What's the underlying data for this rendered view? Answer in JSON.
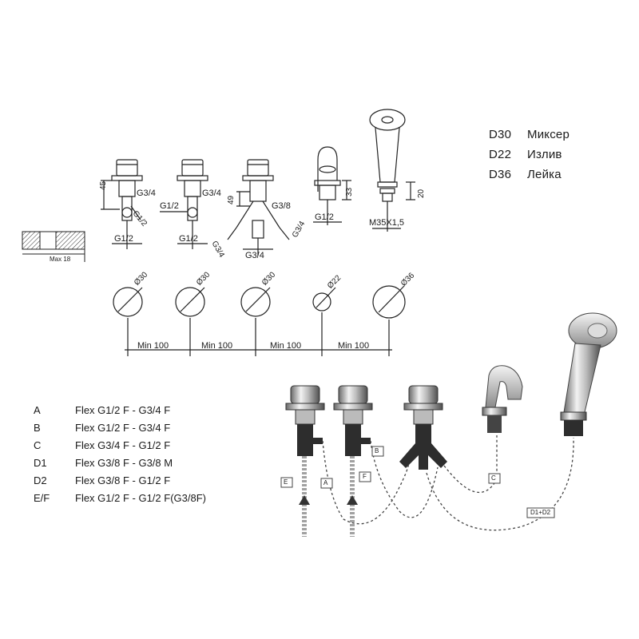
{
  "legend": [
    {
      "code": "D30",
      "label": "Миксер"
    },
    {
      "code": "D22",
      "label": "Излив"
    },
    {
      "code": "D36",
      "label": "Лейка"
    }
  ],
  "dimensions": {
    "h45": "45",
    "h49": "49",
    "h33": "33",
    "h20": "20",
    "g34_a": "G3/4",
    "g34_b": "G3/4",
    "g38": "G3/8",
    "g12_a": "G1/2",
    "g12_b": "G1/2",
    "g12_c": "G1/2",
    "g12_d": "G1/2",
    "g12_e": "G1/2",
    "g34_diag_a": "G3/4",
    "g34_diag_b": "G3/4",
    "g34_bottom": "G3/4",
    "m35": "M35X1,5",
    "max18": "Max 18",
    "d30_a": "Ø30",
    "d30_b": "Ø30",
    "d30_c": "Ø30",
    "d22": "Ø22",
    "d36": "Ø36",
    "min100_a": "Min 100",
    "min100_b": "Min 100",
    "min100_c": "Min 100",
    "min100_d": "Min 100"
  },
  "connections": [
    {
      "code": "A",
      "desc": "Flex G1/2 F - G3/4 F"
    },
    {
      "code": "B",
      "desc": "Flex G1/2 F - G3/4 F"
    },
    {
      "code": "C",
      "desc": "Flex G3/4 F - G1/2 F"
    },
    {
      "code": "D1",
      "desc": "Flex G3/8 F - G3/8 M"
    },
    {
      "code": "D2",
      "desc": "Flex G3/8 F - G1/2 F"
    },
    {
      "code": "E/F",
      "desc": "Flex G1/2 F - G1/2 F(G3/8F)"
    }
  ],
  "hose_tags": {
    "e": "E",
    "a": "A",
    "f": "F",
    "b": "B",
    "c": "C",
    "d12": "D1+D2"
  }
}
